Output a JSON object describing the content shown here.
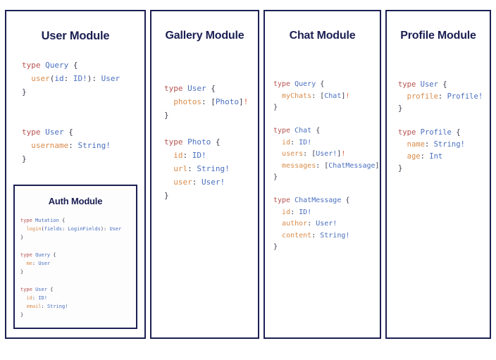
{
  "theme": {
    "border_color": "#1b1f52",
    "title_color": "#1b1f52",
    "background": "#ffffff",
    "keyword_color": "#b5534f",
    "type_color": "#4a6fbf",
    "field_color": "#d98b49",
    "punctuation_color": "#3b3b4f",
    "bang_color": "#e0603c"
  },
  "modules": {
    "user": {
      "title": "User Module",
      "code": "type Query {\n  user(id: ID!): User\n}\n\n\ntype User {\n  username: String!\n}",
      "tokens": [
        [
          [
            "kw",
            "type"
          ],
          [
            "pun",
            " "
          ],
          [
            "ty",
            "Query"
          ],
          [
            "pun",
            " {"
          ]
        ],
        [
          [
            "pun",
            "  "
          ],
          [
            "fld",
            "user"
          ],
          [
            "pun",
            "("
          ],
          [
            "arg",
            "id"
          ],
          [
            "pun",
            ": "
          ],
          [
            "ty",
            "ID!"
          ],
          [
            "pun",
            "): "
          ],
          [
            "ty",
            "User"
          ]
        ],
        [
          [
            "pun",
            "}"
          ]
        ],
        [],
        [],
        [
          [
            "kw",
            "type"
          ],
          [
            "pun",
            " "
          ],
          [
            "ty",
            "User"
          ],
          [
            "pun",
            " {"
          ]
        ],
        [
          [
            "pun",
            "  "
          ],
          [
            "fld",
            "username"
          ],
          [
            "pun",
            ": "
          ],
          [
            "ty",
            "String!"
          ]
        ],
        [
          [
            "pun",
            "}"
          ]
        ]
      ]
    },
    "auth": {
      "title": "Auth Module",
      "code": "type Mutation {\n  login(fields: LoginFields): User\n}\n\ntype Query {\n  me: User\n}\n\ntype User {\n  id: ID!\n  email: String!\n}",
      "tokens": [
        [
          [
            "kw",
            "type"
          ],
          [
            "pun",
            " "
          ],
          [
            "ty",
            "Mutation"
          ],
          [
            "pun",
            " {"
          ]
        ],
        [
          [
            "pun",
            "  "
          ],
          [
            "fld",
            "login"
          ],
          [
            "pun",
            "("
          ],
          [
            "arg",
            "fields"
          ],
          [
            "pun",
            ": "
          ],
          [
            "ty",
            "LoginFields"
          ],
          [
            "pun",
            "): "
          ],
          [
            "ty",
            "User"
          ]
        ],
        [
          [
            "pun",
            "}"
          ]
        ],
        [],
        [
          [
            "kw",
            "type"
          ],
          [
            "pun",
            " "
          ],
          [
            "ty",
            "Query"
          ],
          [
            "pun",
            " {"
          ]
        ],
        [
          [
            "pun",
            "  "
          ],
          [
            "fld",
            "me"
          ],
          [
            "pun",
            ": "
          ],
          [
            "ty",
            "User"
          ]
        ],
        [
          [
            "pun",
            "}"
          ]
        ],
        [],
        [
          [
            "kw",
            "type"
          ],
          [
            "pun",
            " "
          ],
          [
            "ty",
            "User"
          ],
          [
            "pun",
            " {"
          ]
        ],
        [
          [
            "pun",
            "  "
          ],
          [
            "fld",
            "id"
          ],
          [
            "pun",
            ": "
          ],
          [
            "ty",
            "ID!"
          ]
        ],
        [
          [
            "pun",
            "  "
          ],
          [
            "fld",
            "email"
          ],
          [
            "pun",
            ": "
          ],
          [
            "ty",
            "String!"
          ]
        ],
        [
          [
            "pun",
            "}"
          ]
        ]
      ]
    },
    "gallery": {
      "title": "Gallery Module",
      "code": "type User {\n  photos: [Photo]!\n}\n\ntype Photo {\n  id: ID!\n  url: String!\n  user: User!\n}",
      "tokens": [
        [
          [
            "kw",
            "type"
          ],
          [
            "pun",
            " "
          ],
          [
            "ty",
            "User"
          ],
          [
            "pun",
            " {"
          ]
        ],
        [
          [
            "pun",
            "  "
          ],
          [
            "fld",
            "photos"
          ],
          [
            "pun",
            ": ["
          ],
          [
            "ty",
            "Photo"
          ],
          [
            "pun",
            "]"
          ],
          [
            "bang",
            "!"
          ]
        ],
        [
          [
            "pun",
            "}"
          ]
        ],
        [],
        [
          [
            "kw",
            "type"
          ],
          [
            "pun",
            " "
          ],
          [
            "ty",
            "Photo"
          ],
          [
            "pun",
            " {"
          ]
        ],
        [
          [
            "pun",
            "  "
          ],
          [
            "fld",
            "id"
          ],
          [
            "pun",
            ": "
          ],
          [
            "ty",
            "ID!"
          ]
        ],
        [
          [
            "pun",
            "  "
          ],
          [
            "fld",
            "url"
          ],
          [
            "pun",
            ": "
          ],
          [
            "ty",
            "String!"
          ]
        ],
        [
          [
            "pun",
            "  "
          ],
          [
            "fld",
            "user"
          ],
          [
            "pun",
            ": "
          ],
          [
            "ty",
            "User!"
          ]
        ],
        [
          [
            "pun",
            "}"
          ]
        ]
      ]
    },
    "chat": {
      "title": "Chat Module",
      "code": "type Query {\n  myChats: [Chat]!\n}\n\ntype Chat {\n  id: ID!\n  users: [User!]!\n  messages: [ChatMessage]!\n}\n\ntype ChatMessage {\n  id: ID!\n  author: User!\n  content: String!\n}",
      "tokens": [
        [
          [
            "kw",
            "type"
          ],
          [
            "pun",
            " "
          ],
          [
            "ty",
            "Query"
          ],
          [
            "pun",
            " {"
          ]
        ],
        [
          [
            "pun",
            "  "
          ],
          [
            "fld",
            "myChats"
          ],
          [
            "pun",
            ": ["
          ],
          [
            "ty",
            "Chat"
          ],
          [
            "pun",
            "]"
          ],
          [
            "bang",
            "!"
          ]
        ],
        [
          [
            "pun",
            "}"
          ]
        ],
        [],
        [
          [
            "kw",
            "type"
          ],
          [
            "pun",
            " "
          ],
          [
            "ty",
            "Chat"
          ],
          [
            "pun",
            " {"
          ]
        ],
        [
          [
            "pun",
            "  "
          ],
          [
            "fld",
            "id"
          ],
          [
            "pun",
            ": "
          ],
          [
            "ty",
            "ID!"
          ]
        ],
        [
          [
            "pun",
            "  "
          ],
          [
            "fld",
            "users"
          ],
          [
            "pun",
            ": ["
          ],
          [
            "ty",
            "User!"
          ],
          [
            "pun",
            "]"
          ],
          [
            "bang",
            "!"
          ]
        ],
        [
          [
            "pun",
            "  "
          ],
          [
            "fld",
            "messages"
          ],
          [
            "pun",
            ": ["
          ],
          [
            "ty",
            "ChatMessage"
          ],
          [
            "pun",
            "]"
          ],
          [
            "bang",
            "!"
          ]
        ],
        [
          [
            "pun",
            "}"
          ]
        ],
        [],
        [
          [
            "kw",
            "type"
          ],
          [
            "pun",
            " "
          ],
          [
            "ty",
            "ChatMessage"
          ],
          [
            "pun",
            " {"
          ]
        ],
        [
          [
            "pun",
            "  "
          ],
          [
            "fld",
            "id"
          ],
          [
            "pun",
            ": "
          ],
          [
            "ty",
            "ID!"
          ]
        ],
        [
          [
            "pun",
            "  "
          ],
          [
            "fld",
            "author"
          ],
          [
            "pun",
            ": "
          ],
          [
            "ty",
            "User!"
          ]
        ],
        [
          [
            "pun",
            "  "
          ],
          [
            "fld",
            "content"
          ],
          [
            "pun",
            ": "
          ],
          [
            "ty",
            "String!"
          ]
        ],
        [
          [
            "pun",
            "}"
          ]
        ]
      ]
    },
    "profile": {
      "title": "Profile Module",
      "code": "type User {\n  profile: Profile!\n}\n\ntype Profile {\n  name: String!\n  age: Int\n}",
      "tokens": [
        [
          [
            "kw",
            "type"
          ],
          [
            "pun",
            " "
          ],
          [
            "ty",
            "User"
          ],
          [
            "pun",
            " {"
          ]
        ],
        [
          [
            "pun",
            "  "
          ],
          [
            "fld",
            "profile"
          ],
          [
            "pun",
            ": "
          ],
          [
            "ty",
            "Profile!"
          ]
        ],
        [
          [
            "pun",
            "}"
          ]
        ],
        [],
        [
          [
            "kw",
            "type"
          ],
          [
            "pun",
            " "
          ],
          [
            "ty",
            "Profile"
          ],
          [
            "pun",
            " {"
          ]
        ],
        [
          [
            "pun",
            "  "
          ],
          [
            "fld",
            "name"
          ],
          [
            "pun",
            ": "
          ],
          [
            "ty",
            "String!"
          ]
        ],
        [
          [
            "pun",
            "  "
          ],
          [
            "fld",
            "age"
          ],
          [
            "pun",
            ": "
          ],
          [
            "ty",
            "Int"
          ]
        ],
        [
          [
            "pun",
            "}"
          ]
        ]
      ]
    }
  }
}
